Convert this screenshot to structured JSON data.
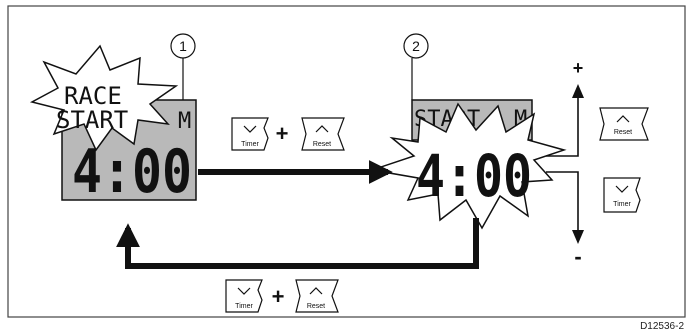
{
  "callouts": {
    "one": "1",
    "two": "2"
  },
  "display_left": {
    "line1": "RACE",
    "line2": "START",
    "mode": "M",
    "time": "4:00"
  },
  "display_right": {
    "line2": "START",
    "mode": "M",
    "time": "4:00"
  },
  "buttons": {
    "timer": "Timer",
    "reset": "Reset"
  },
  "operators": {
    "plus": "+",
    "increase": "+",
    "decrease": "-"
  },
  "icons": {
    "button_symbol": "chevron-icon"
  },
  "figure_ref": "D12536-2",
  "colors": {
    "lcd_background": "#b9b9b9",
    "ink": "#111111",
    "frame": "#444444"
  }
}
